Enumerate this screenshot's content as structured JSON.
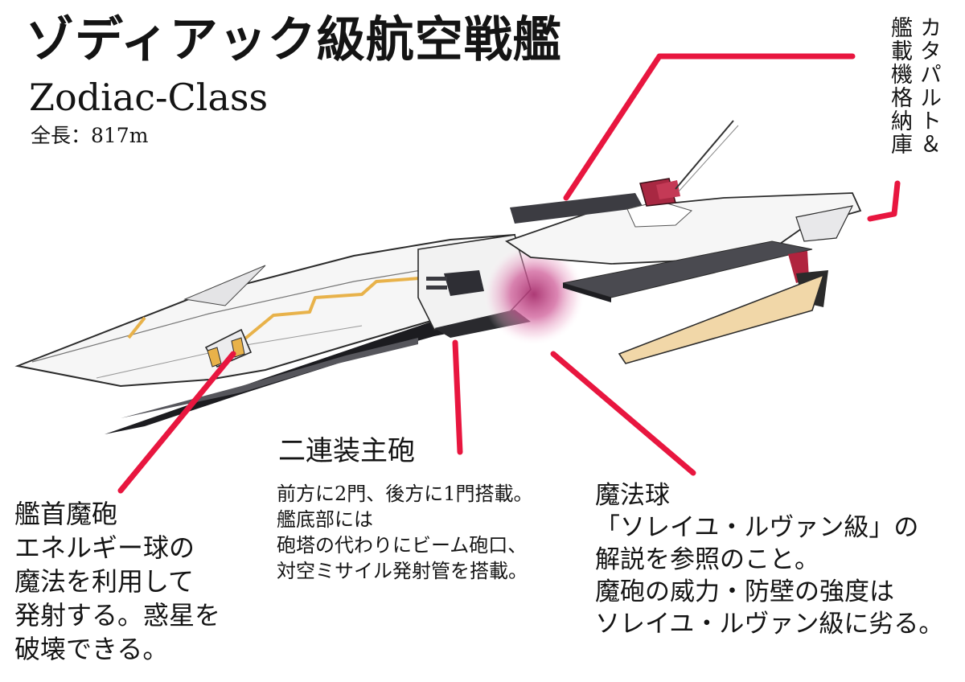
{
  "header": {
    "title_jp": "ゾディアック級航空戦艦",
    "title_en": "Zodiac-Class",
    "length": "全長：817m"
  },
  "labels": {
    "catapult": {
      "lines": [
        "カタパルト＆",
        "艦載機格納庫"
      ]
    },
    "main_gun": {
      "title": "二連装主砲",
      "lines": [
        "前方に2門、後方に1門搭載。",
        "艦底部には",
        "砲塔の代わりにビーム砲口、",
        "対空ミサイル発射管を搭載。"
      ]
    },
    "bow_cannon": {
      "lines": [
        "艦首魔砲",
        "エネルギー球の",
        "魔法を利用して",
        "発射する。惑星を",
        "破壊できる。"
      ]
    },
    "magic_orb": {
      "lines": [
        "魔法球",
        "「ソレイユ・ルヴァン級」の",
        "解説を参照のこと。",
        "魔砲の威力・防壁の強度は",
        "ソレイユ・ルヴァン級に劣る。"
      ]
    }
  },
  "colors": {
    "leader": "#e8163f",
    "accent_gold": "#e8b24a",
    "hull_dark": "#2a2a2e",
    "hull_light": "#f4f4f4",
    "orb": "#c4508a",
    "turret_red": "#b0243e"
  }
}
